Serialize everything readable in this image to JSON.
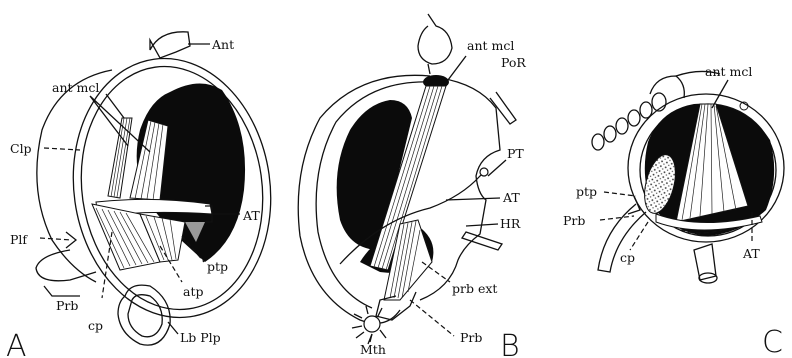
{
  "figure_a": {
    "panel_letter": "A",
    "labels": {
      "ant": "Ant",
      "ant_mcl": "ant mcl",
      "clp": "Clp",
      "at": "AT",
      "plf": "Plf",
      "ptp": "ptp",
      "atp": "atp",
      "prb": "Prb",
      "cp": "cp",
      "lb_plp": "Lb Plp"
    }
  },
  "figure_b": {
    "panel_letter": "B",
    "labels": {
      "ant_mcl": "ant mcl",
      "por": "PoR",
      "pt": "PT",
      "at": "AT",
      "hr": "HR",
      "prb_ext": "prb ext",
      "prb": "Prb",
      "mth": "Mth"
    }
  },
  "figure_c": {
    "panel_letter": "C",
    "labels": {
      "ant_mcl": "ant mcl",
      "ptp": "ptp",
      "prb": "Prb",
      "cp": "cp",
      "at": "AT"
    }
  }
}
